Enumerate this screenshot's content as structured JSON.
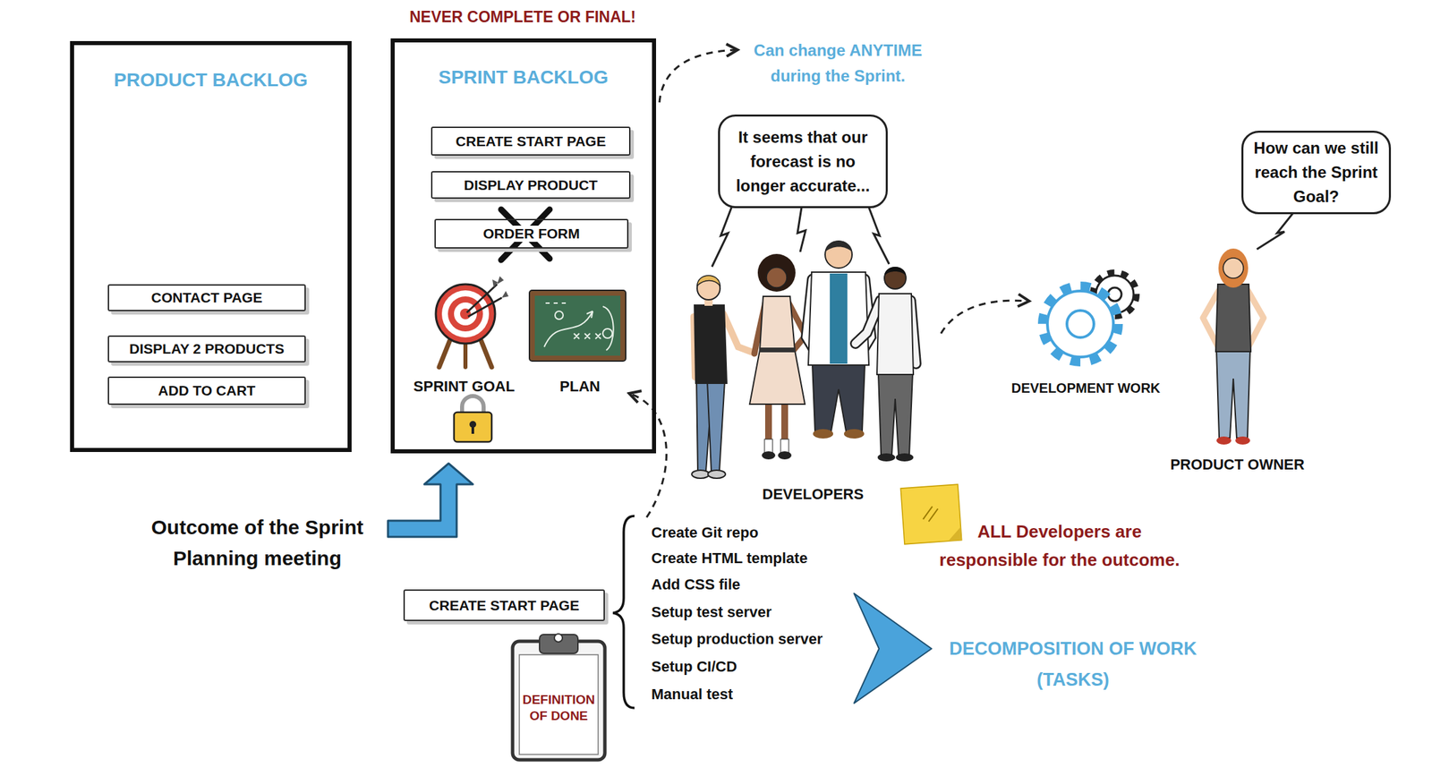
{
  "diagram": {
    "nodes": [
      {
        "text": [
          "PRODUCT BACKLOG"
        ]
      },
      {
        "text": [
          "CONTACT PAGE"
        ],
        "in": 0
      },
      {
        "text": [
          "DISPLAY 2 PRODUCTS"
        ],
        "in": 0
      },
      {
        "text": [
          "ADD TO CART"
        ],
        "in": 0
      },
      {
        "text": [
          "SPRINT BACKLOG"
        ]
      },
      {
        "text": [
          "CREATE START PAGE"
        ],
        "in": 4
      },
      {
        "text": [
          "DISPLAY PRODUCT"
        ],
        "in": 4
      },
      {
        "text": [
          "ORDER FORM"
        ],
        "in": 4
      },
      {
        "text": [
          "It seems that our forecast is no longer accurate..."
        ]
      },
      {
        "text": [
          "How can we still reach the Sprint Goal?"
        ]
      },
      {
        "text": [
          "CREATE START PAGE"
        ]
      },
      {
        "text": [
          "DEFINITION OF DONE"
        ]
      }
    ],
    "labels": [
      "NEVER COMPLETE OR FINAL!",
      "Can change ANYTIME during the Sprint.",
      "SPRINT GOAL",
      "PLAN",
      "DEVELOPMENT WORK",
      "DEVELOPERS",
      "PRODUCT OWNER",
      "Outcome of the Sprint Planning meeting",
      "Create Git repo",
      "Create HTML template",
      "Add CSS file",
      "Setup test server",
      "Setup production server",
      "Setup CI/CD",
      "Manual test",
      "ALL Developers are responsible for the outcome.",
      "DECOMPOSITION OF WORK (TASKS)"
    ]
  }
}
